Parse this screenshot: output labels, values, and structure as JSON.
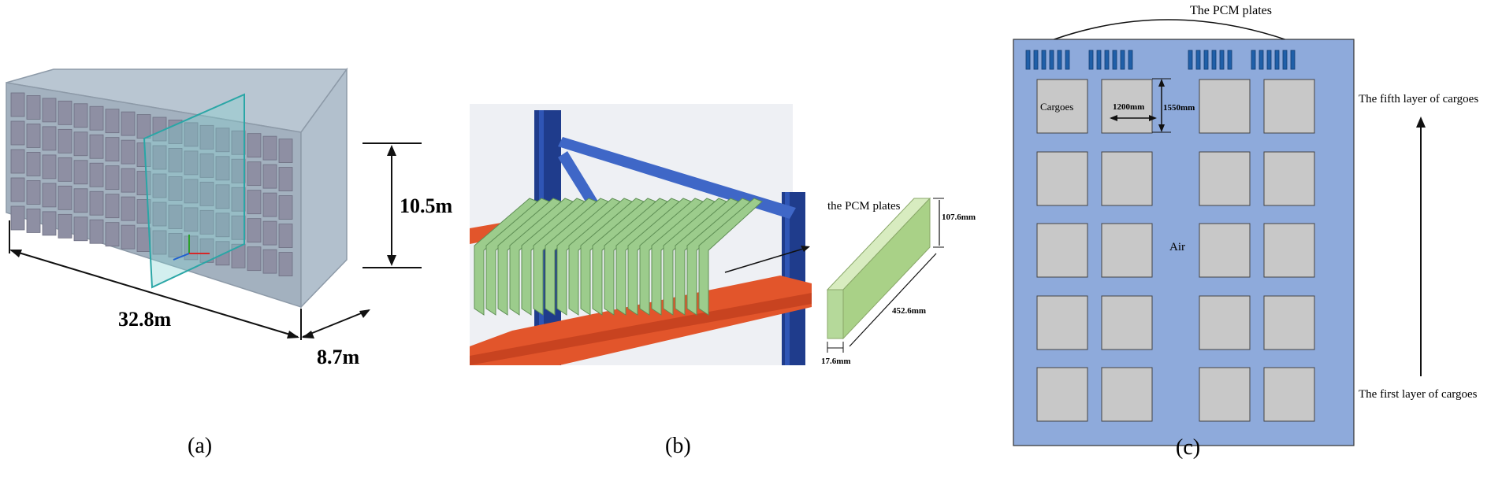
{
  "panel_a": {
    "caption": "(a)",
    "dim_height": "10.5m",
    "dim_length": "32.8m",
    "dim_width": "8.7m"
  },
  "panel_b": {
    "caption": "(b)",
    "pcm_label": "the PCM plates",
    "dim_height": "107.6mm",
    "dim_length": "452.6mm",
    "dim_thickness": "17.6mm",
    "colors": {
      "upright": "#1f3c8c",
      "beam": "#e2552b",
      "plate": "#9ccc8c",
      "brace": "#3f67c7"
    }
  },
  "panel_c": {
    "caption": "(c)",
    "title": "The PCM plates",
    "cargo_label": "Cargoes",
    "dim_width": "1200mm",
    "dim_height": "1550mm",
    "air_label": "Air",
    "fifth_layer_label": "The fifth layer of cargoes",
    "first_layer_label": "The first layer of cargoes",
    "colors": {
      "background": "#8eaadb",
      "cargo": "#c8c8c8",
      "pcm": "#1f5fa8"
    }
  }
}
